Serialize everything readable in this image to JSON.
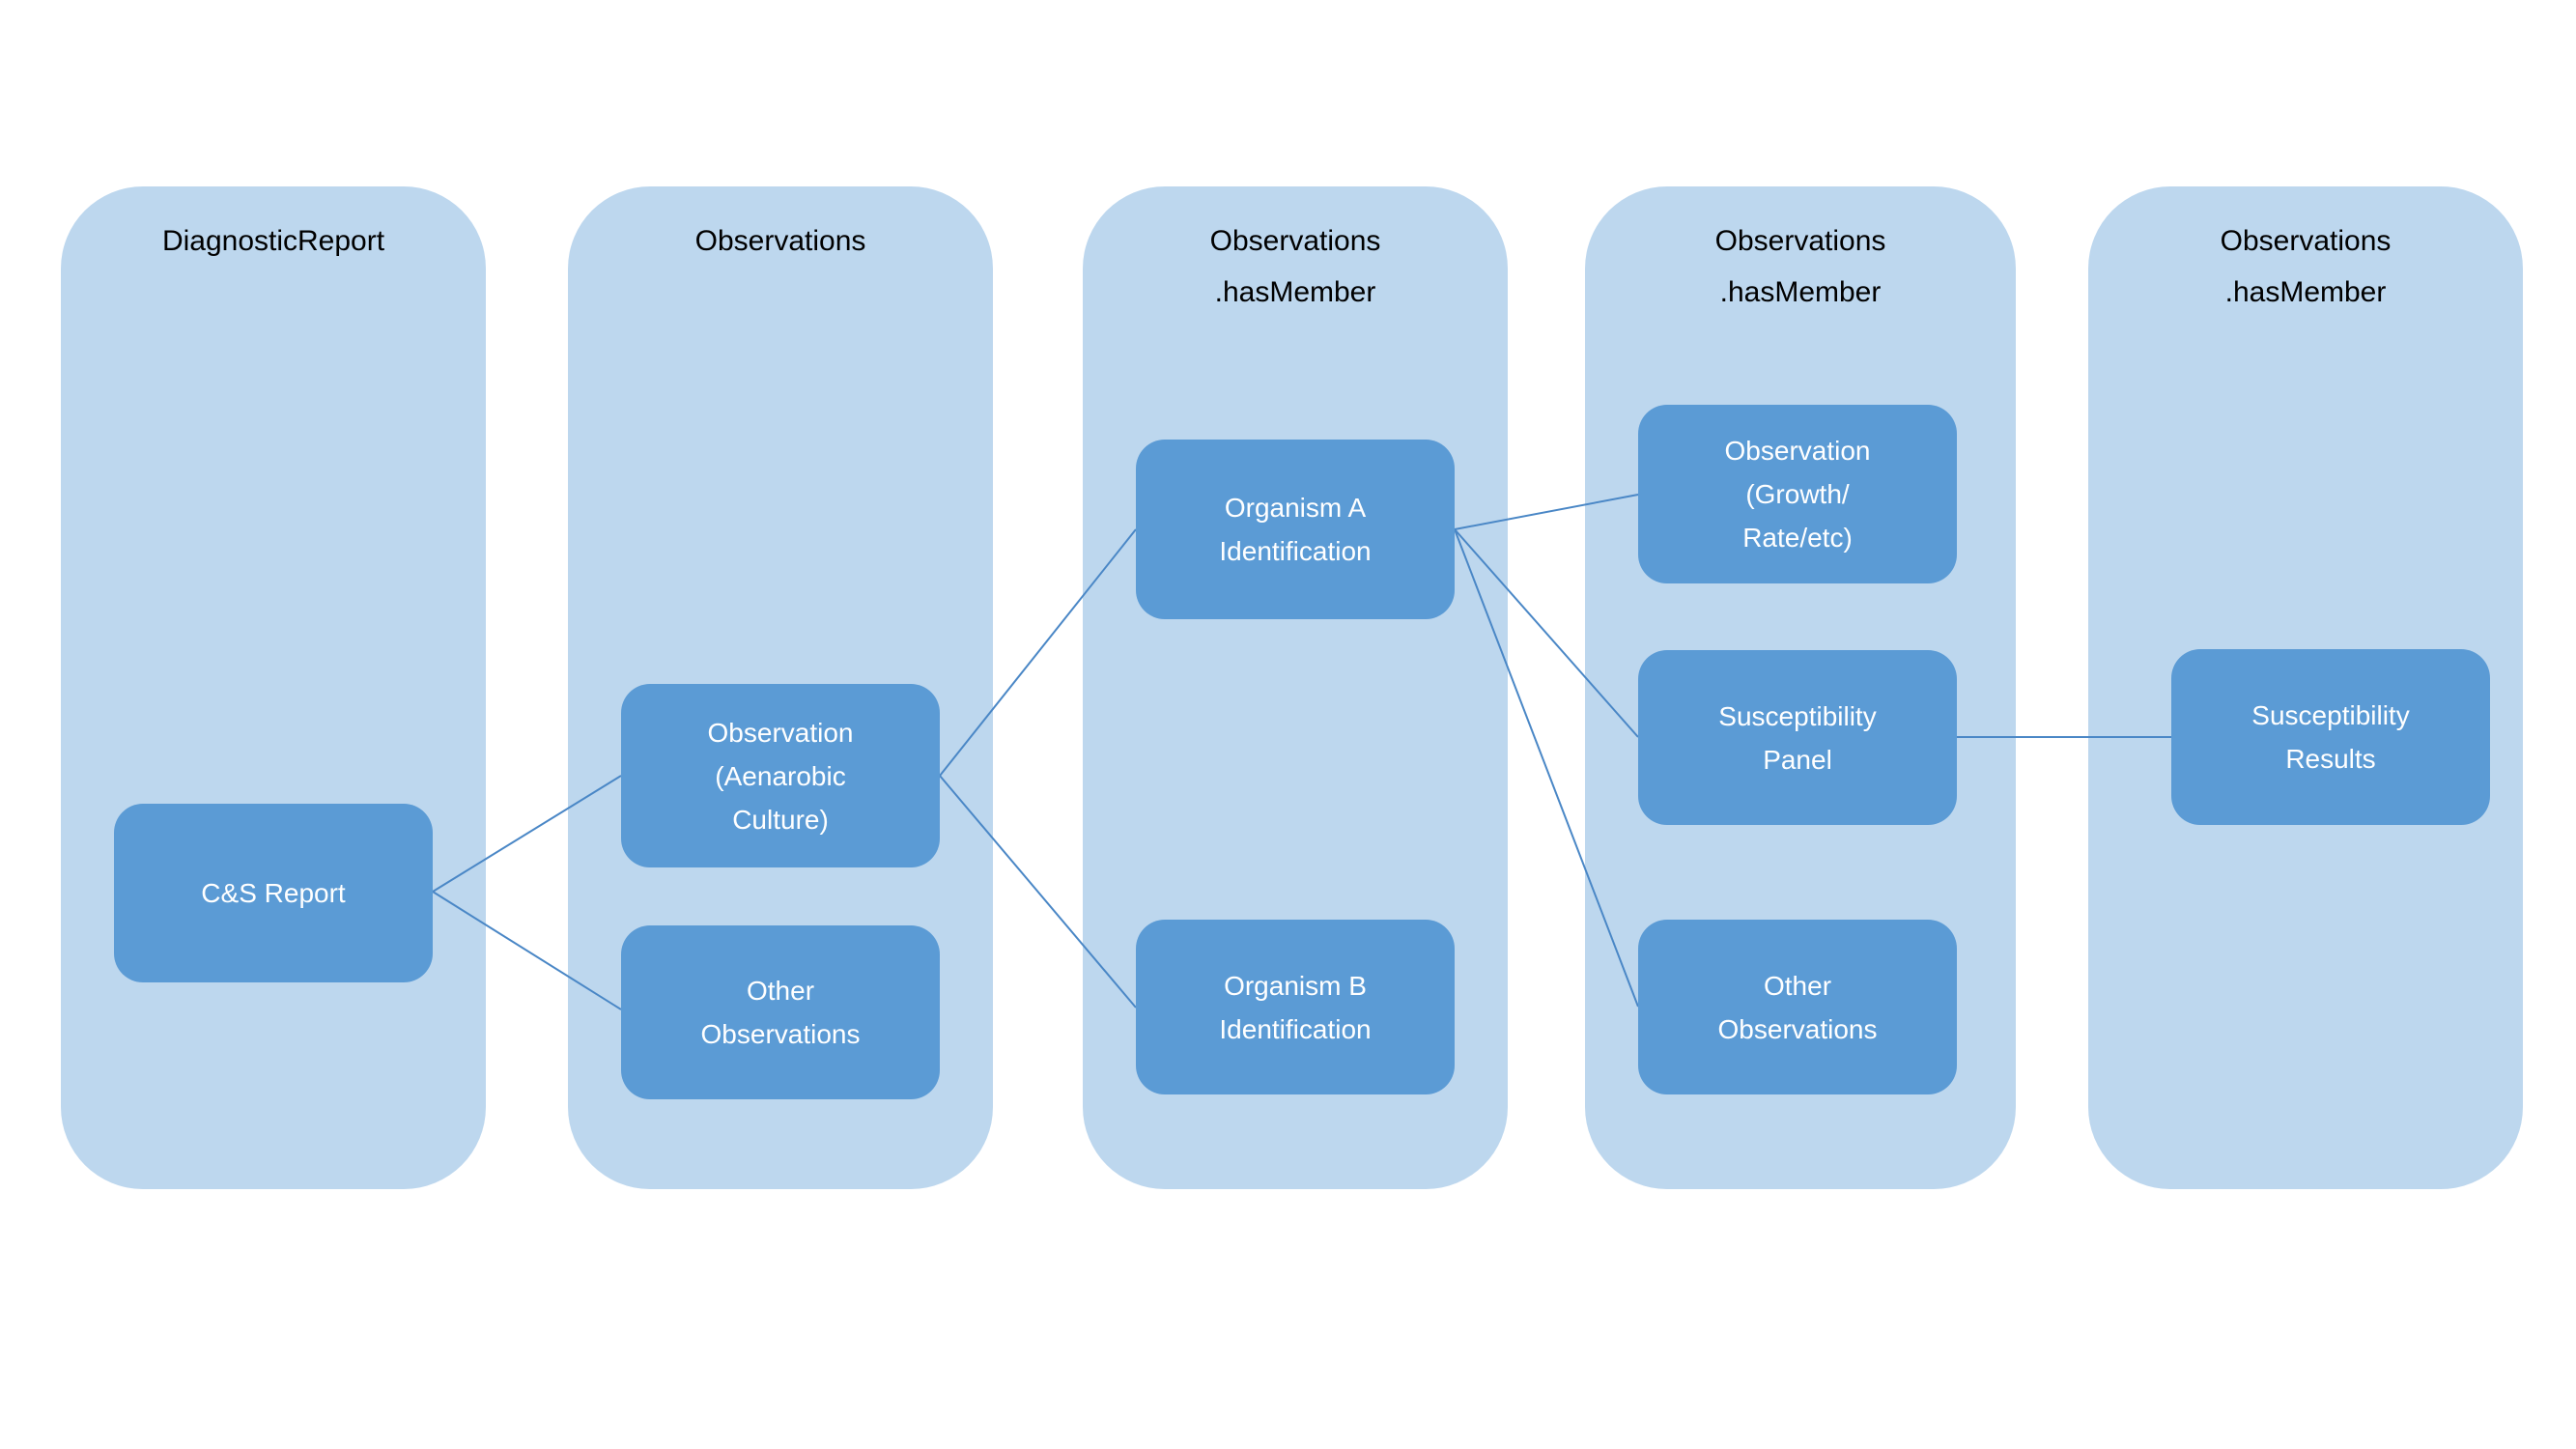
{
  "diagram": {
    "description": "FHIR DiagnosticReport to Observations hierarchy for a culture and sensitivity report",
    "colors": {
      "lane_fill": "#BDD7EE",
      "node_fill": "#5B9BD5",
      "node_text": "#FFFFFF",
      "header_text": "#000000",
      "connector": "#4A87C6",
      "background": "#FFFFFF"
    }
  },
  "columns": [
    {
      "id": "diagnostic-report",
      "header": "DiagnosticReport",
      "boxes": [
        {
          "id": "cs-report",
          "label": "C&S Report"
        }
      ]
    },
    {
      "id": "observations",
      "header": "Observations",
      "boxes": [
        {
          "id": "aenarobic-culture",
          "label": "Observation\n(Aenarobic\nCulture)"
        },
        {
          "id": "other-observations-2",
          "label": "Other\nObservations"
        }
      ]
    },
    {
      "id": "observations-hasmember-1",
      "header": "Observations\n.hasMember",
      "boxes": [
        {
          "id": "organism-a",
          "label": "Organism A\nIdentification"
        },
        {
          "id": "organism-b",
          "label": "Organism B\nIdentification"
        }
      ]
    },
    {
      "id": "observations-hasmember-2",
      "header": "Observations\n.hasMember",
      "boxes": [
        {
          "id": "growth-rate",
          "label": "Observation\n(Growth/\nRate/etc)"
        },
        {
          "id": "susceptibility-panel",
          "label": "Susceptibility\nPanel"
        },
        {
          "id": "other-observations-4",
          "label": "Other\nObservations"
        }
      ]
    },
    {
      "id": "observations-hasmember-3",
      "header": "Observations\n.hasMember",
      "boxes": [
        {
          "id": "susceptibility-results",
          "label": "Susceptibility\nResults"
        }
      ]
    }
  ],
  "connectors": [
    {
      "from": "cs-report",
      "to": "aenarobic-culture"
    },
    {
      "from": "cs-report",
      "to": "other-observations-2"
    },
    {
      "from": "aenarobic-culture",
      "to": "organism-a"
    },
    {
      "from": "aenarobic-culture",
      "to": "organism-b"
    },
    {
      "from": "organism-a",
      "to": "growth-rate"
    },
    {
      "from": "organism-a",
      "to": "susceptibility-panel"
    },
    {
      "from": "organism-a",
      "to": "other-observations-4"
    },
    {
      "from": "susceptibility-panel",
      "to": "susceptibility-results"
    }
  ]
}
